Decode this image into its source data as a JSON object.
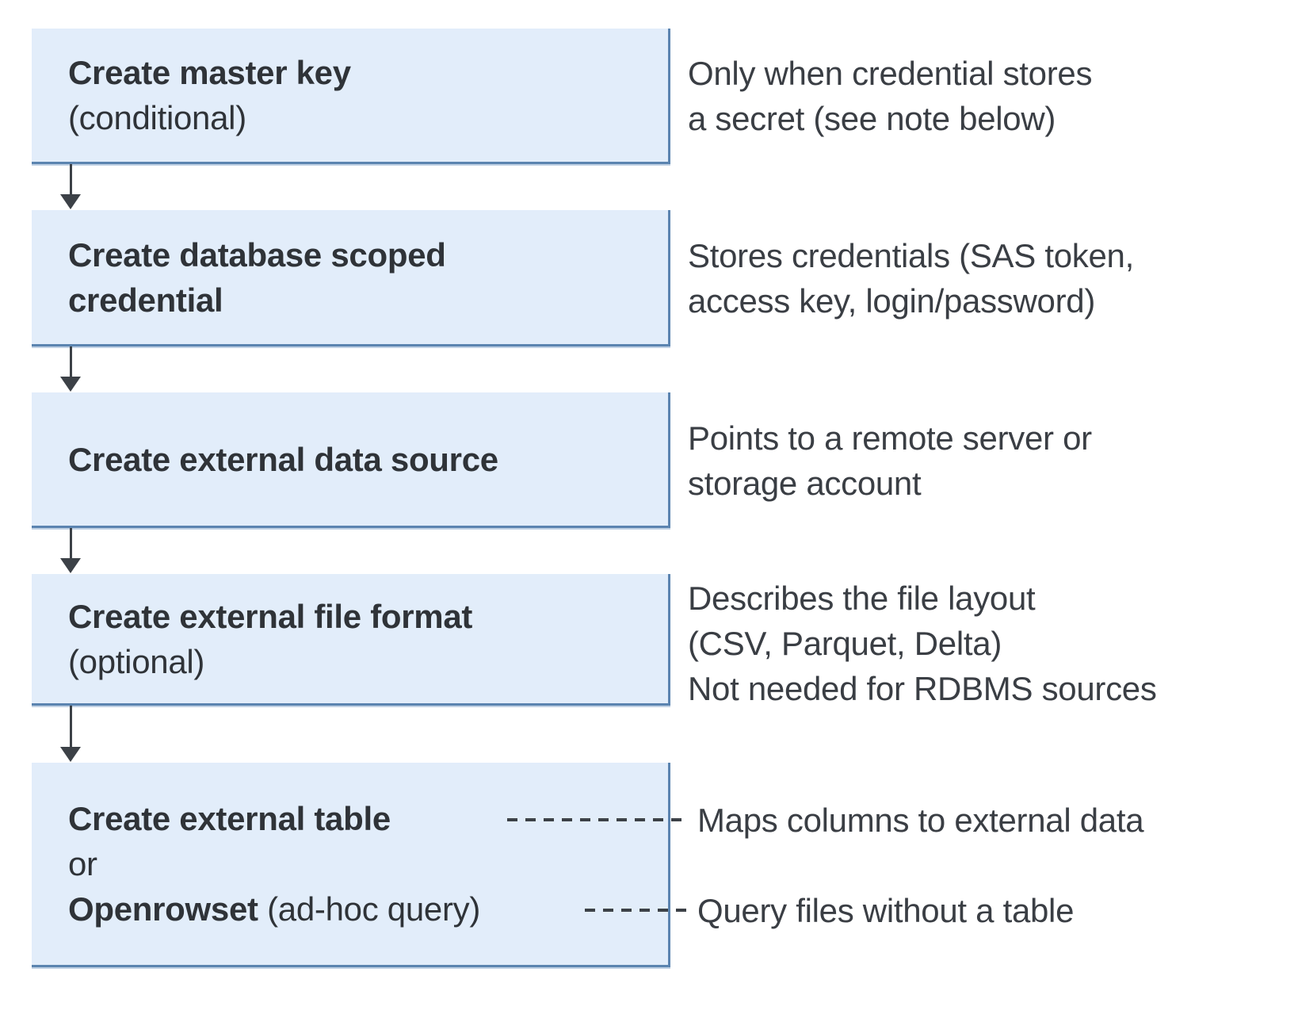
{
  "colors": {
    "background": "#ffffff",
    "box_fill": "#e2edfa",
    "box_border": "#5b84b0",
    "title_text": "#2f3338",
    "body_text": "#3a3e44",
    "connector": "#3c4147"
  },
  "steps": [
    {
      "id": "create-master-key",
      "lines": [
        {
          "bold": "Create master key"
        },
        {
          "regular": "(conditional)"
        }
      ],
      "annotation": {
        "lines": [
          "Only when credential stores",
          "a secret (see note below)"
        ]
      }
    },
    {
      "id": "create-database-scoped-credential",
      "lines": [
        {
          "bold": "Create database scoped"
        },
        {
          "bold": "credential"
        }
      ],
      "annotation": {
        "lines": [
          "Stores credentials (SAS token,",
          "access key, login/password)"
        ]
      }
    },
    {
      "id": "create-external-data-source",
      "lines": [
        {
          "bold": "Create external data source"
        }
      ],
      "annotation": {
        "lines": [
          "Points to a remote server or",
          "storage account"
        ]
      }
    },
    {
      "id": "create-external-file-format",
      "lines": [
        {
          "bold": "Create external file format"
        },
        {
          "regular": "(optional)"
        }
      ],
      "annotation": {
        "lines": [
          "Describes the file layout",
          "(CSV, Parquet, Delta)",
          "Not needed for RDBMS sources"
        ]
      }
    },
    {
      "id": "create-external-table-or-openrowset",
      "lines": [
        {
          "bold": "Create external table"
        },
        {
          "regular": "or"
        },
        {
          "bold": "Openrowset",
          "regular": " (ad-hoc query)"
        }
      ],
      "annotations": [
        {
          "text": "Maps columns to external data"
        },
        {
          "text": "Query files without a table"
        }
      ]
    }
  ]
}
